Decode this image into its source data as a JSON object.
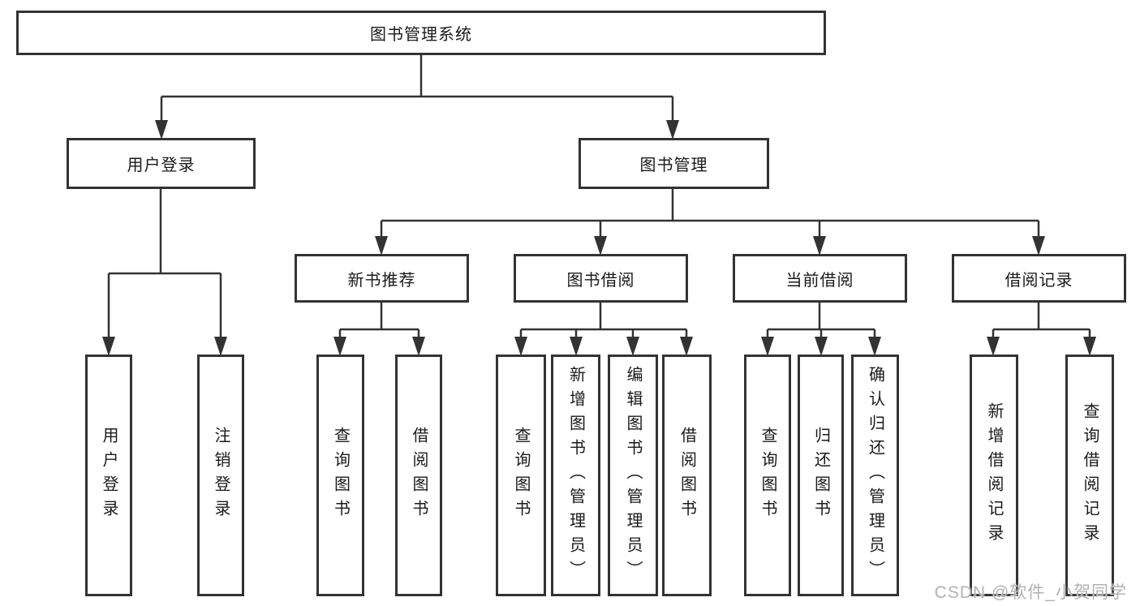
{
  "colors": {
    "line": "#333333",
    "box_border": "#333333",
    "text": "#1a1a1a",
    "watermark": "#b2b2b2",
    "background": "#ffffff"
  },
  "tree": {
    "root": {
      "label": "图书管理系统",
      "children": [
        {
          "label": "用户登录",
          "children": [
            "用户登录",
            "注销登录"
          ]
        },
        {
          "label": "图书管理",
          "children": [
            {
              "label": "新书推荐",
              "children": [
                "查询图书",
                "借阅图书"
              ]
            },
            {
              "label": "图书借阅",
              "children": [
                "查询图书",
                "新增图书（管理员）",
                "编辑图书（管理员）",
                "借阅图书"
              ]
            },
            {
              "label": "当前借阅",
              "children": [
                "查询图书",
                "归还图书",
                "确认归还（管理员）"
              ]
            },
            {
              "label": "借阅记录",
              "children": [
                "新增借阅记录",
                "查询借阅记录"
              ]
            }
          ]
        }
      ]
    }
  },
  "watermark": {
    "text": "CSDN @软件_小贺同学"
  }
}
